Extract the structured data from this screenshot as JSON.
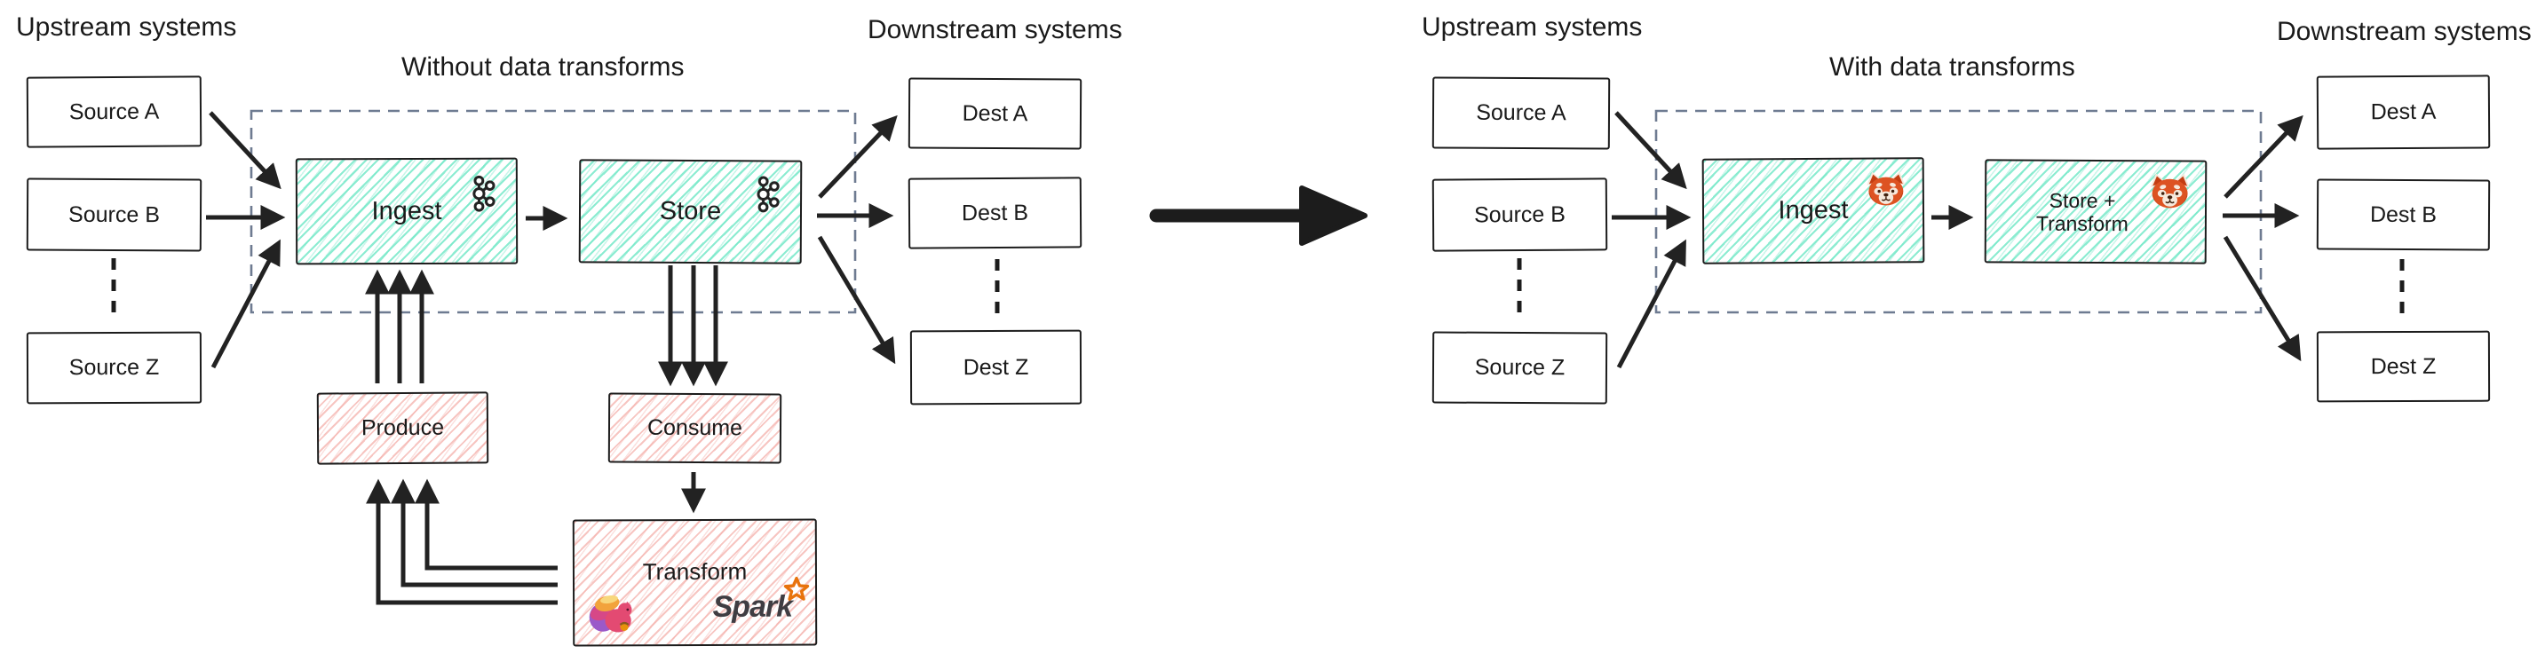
{
  "left": {
    "upstream_label": "Upstream systems",
    "title": "Without data transforms",
    "downstream_label": "Downstream systems",
    "sources": [
      "Source A",
      "Source B",
      "Source Z"
    ],
    "destinations": [
      "Dest A",
      "Dest B",
      "Dest Z"
    ],
    "ingest_label": "Ingest",
    "store_label": "Store",
    "produce_label": "Produce",
    "consume_label": "Consume",
    "transform_label": "Transform",
    "spark_label": "Spark"
  },
  "right": {
    "upstream_label": "Upstream systems",
    "title": "With data transforms",
    "downstream_label": "Downstream systems",
    "sources": [
      "Source A",
      "Source B",
      "Source Z"
    ],
    "destinations": [
      "Dest A",
      "Dest B",
      "Dest Z"
    ],
    "ingest_label": "Ingest",
    "store_transform_line1": "Store +",
    "store_transform_line2": "Transform"
  },
  "icons": {
    "left_ingest_icon": "kafka-icon",
    "left_store_icon": "kafka-icon",
    "right_ingest_icon": "redpanda-icon",
    "right_store_icon": "redpanda-icon",
    "transform_icons": [
      "flink-icon",
      "spark-logo"
    ]
  },
  "colors": {
    "teal_hatch": "#65e6c2",
    "pink_hatch": "#f3a6a0",
    "dashed_boundary": "#6e7b91",
    "arrow": "#222222",
    "text": "#1a1a1a",
    "spark_orange": "#e25a1c",
    "spark_text": "#3f3d42"
  }
}
